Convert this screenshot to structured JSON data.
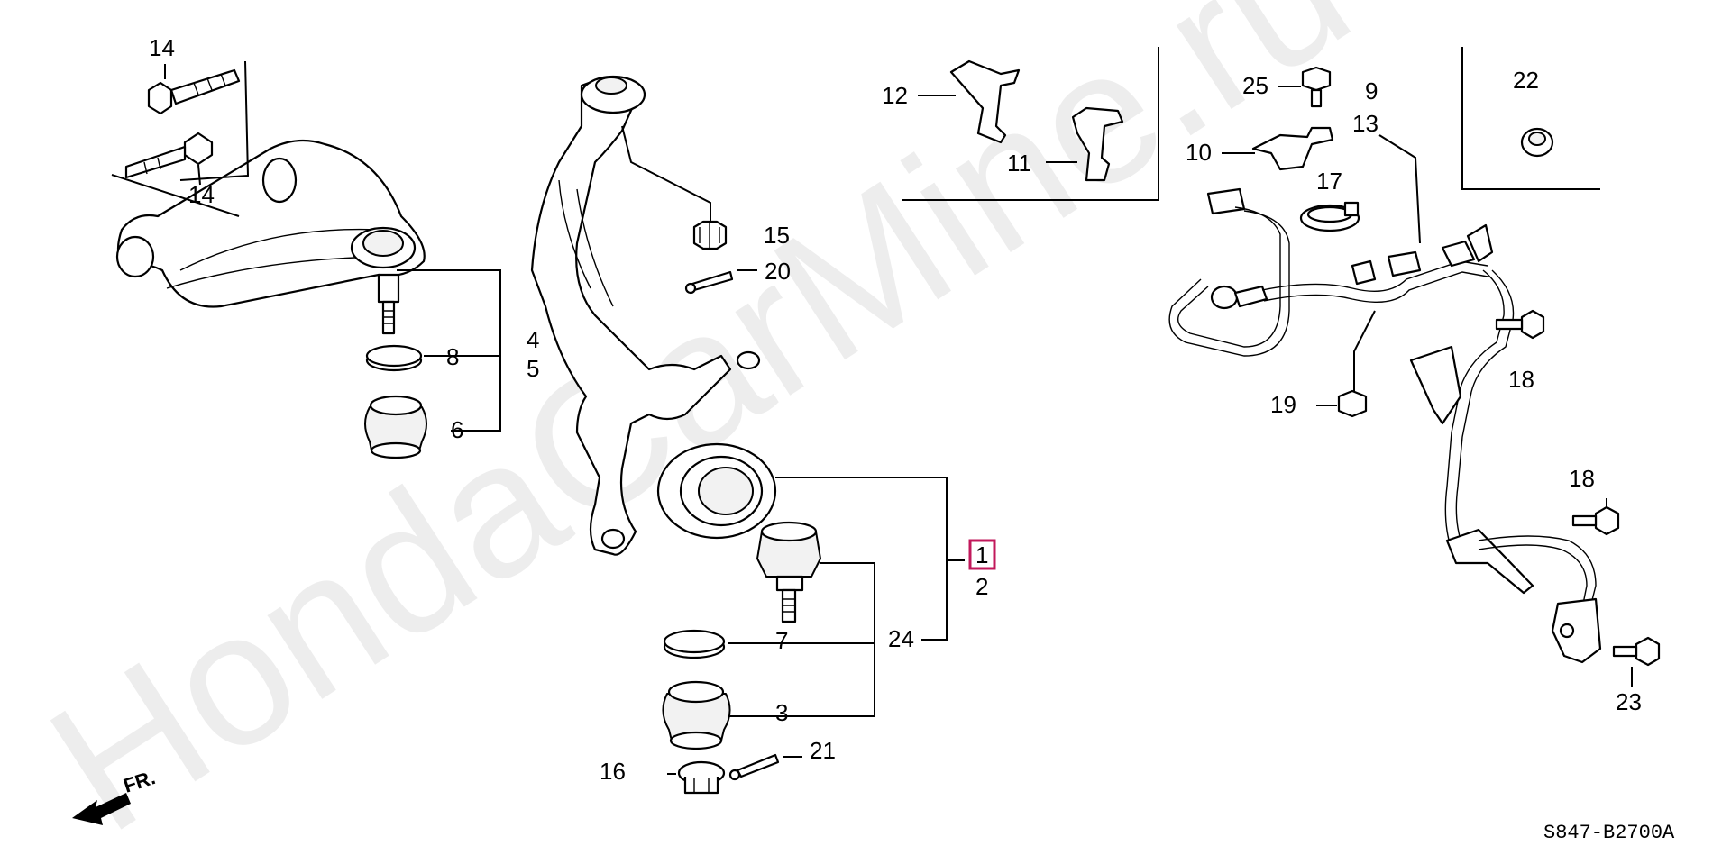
{
  "watermark": "HondaCarMine.ru",
  "diagram_code": "S847-B2700A",
  "direction_label": "FR.",
  "highlight_color": "#c2185b",
  "callouts": {
    "c1": "1",
    "c2": "2",
    "c3": "3",
    "c4": "4",
    "c5": "5",
    "c6": "6",
    "c7": "7",
    "c8": "8",
    "c9": "9",
    "c10": "10",
    "c11": "11",
    "c12": "12",
    "c13": "13",
    "c14a": "14",
    "c14b": "14",
    "c15": "15",
    "c16": "16",
    "c17": "17",
    "c18a": "18",
    "c18b": "18",
    "c19": "19",
    "c20": "20",
    "c21": "21",
    "c22": "22",
    "c23": "23",
    "c24": "24",
    "c25": "25"
  },
  "highlighted_callout": "1"
}
